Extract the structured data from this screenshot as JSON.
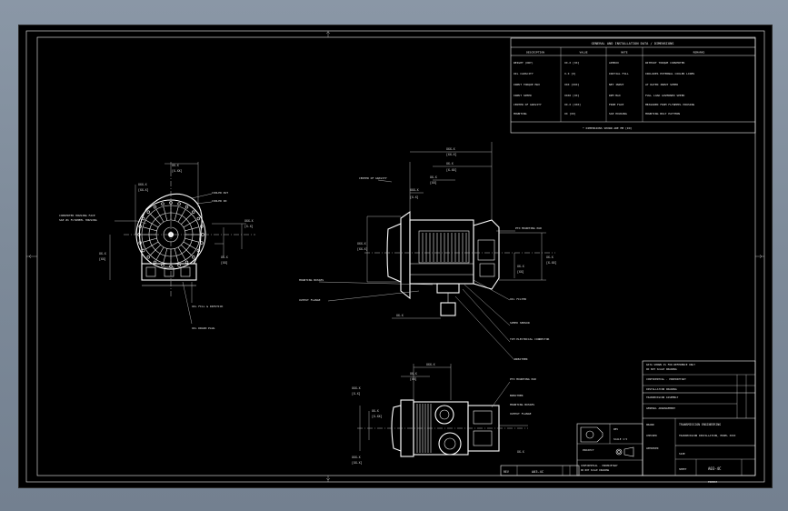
{
  "drawing": {
    "table_title": "GENERAL AND INSTALLATION DATA / DIMENSIONS",
    "table_headers": [
      "DESCRIPTION",
      "VALUE",
      "NOTE",
      "REMARKS"
    ],
    "table_rows": [
      [
        "WEIGHT (DRY)",
        "XX.X [XX]",
        "APPROX",
        "WITHOUT TORQUE CONVERTER"
      ],
      [
        "OIL CAPACITY",
        "X.X [X]",
        "INITIAL FILL",
        "INCLUDES EXTERNAL COOLER LINES"
      ],
      [
        "INPUT TORQUE MAX",
        "XXX [XXX]",
        "NET INPUT",
        "AT RATED INPUT SPEED"
      ],
      [
        "INPUT SPEED",
        "XXXX [XX]",
        "RPM MAX",
        "FULL LOAD GOVERNED SPEED"
      ],
      [
        "CENTER OF GRAVITY",
        "XX.X [XXX]",
        "FROM FACE",
        "MEASURED FROM FLYWHEEL HOUSING"
      ],
      [
        "MOUNTING",
        "XX [XX]",
        "SAE HOUSING",
        "MOUNTING BOLT PATTERN"
      ]
    ],
    "table_footnote": "* DIMENSIONS SHOWN ARE MM [IN]",
    "sheet_number": "A03-4C",
    "rev_left": "REV",
    "scale_label": "SCALE 1:5",
    "project_label": "PROJECT",
    "title_block_lines": [
      "DATA SHOWN IS FOR REFERENCE ONLY",
      "DO NOT SCALE DRAWING",
      "CONFIDENTIAL - PROPRIETARY",
      "INSTALLATION DRAWING",
      "TRANSMISSION ASSEMBLY",
      "GENERAL ARRANGEMENT"
    ],
    "company_line": "TRANSMISSION ENGINEERING",
    "title_line": "TRANSMISSION INSTALLATION, MODEL XXXX",
    "drawn_label": "DRAWN",
    "checked_label": "CHECKED",
    "approved_label": "APPROVED",
    "size_label": "SIZE",
    "sheet_label": "SHEET",
    "footer_label": "FORMAT",
    "callouts_front": [
      "CONVERTER HOUSING FACE",
      "SAE #1 FLYWHEEL HOUSING",
      "COOLER OUT",
      "COOLER IN",
      "OIL FILL & DIPSTICK",
      "OIL DRAIN PLUG"
    ],
    "callouts_side": [
      "CENTER OF GRAVITY",
      "PTO MOUNTING PAD",
      "OIL FILTER",
      "SPEED SENSOR",
      "TCM ELECTRICAL CONNECTOR",
      "BREATHER",
      "MOUNTING BOSSES",
      "OUTPUT FLANGE"
    ],
    "dims": [
      "XX.X",
      "[X.XX]",
      "XXX.X",
      "[XX.X]",
      "XX.X",
      "[XX]",
      "XXX.X",
      "[X.X]"
    ]
  }
}
